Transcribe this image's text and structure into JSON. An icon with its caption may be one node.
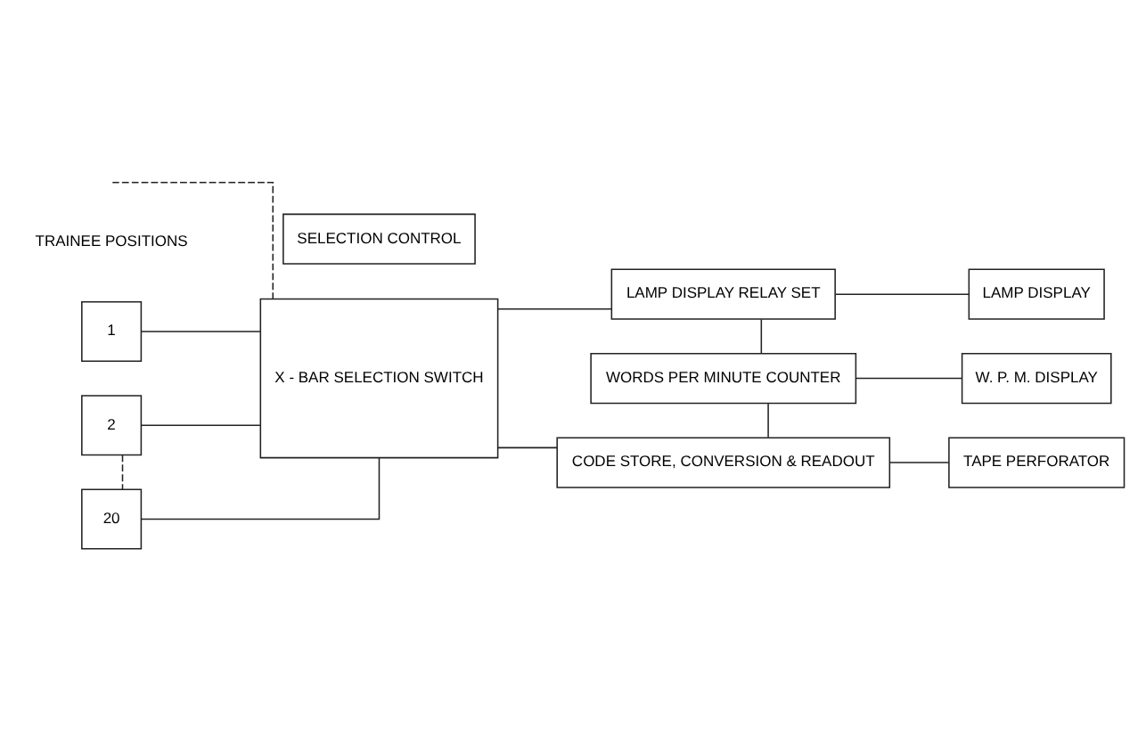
{
  "diagram": {
    "nodes": [
      {
        "text": [
          "1"
        ]
      },
      {
        "text": [
          "2"
        ]
      },
      {
        "text": [
          "20"
        ]
      },
      {
        "text": [
          "SELECTION CONTROL"
        ]
      },
      {
        "text": [
          "X - BAR SELECTION SWITCH"
        ]
      },
      {
        "text": [
          "LAMP DISPLAY RELAY SET"
        ]
      },
      {
        "text": [
          "WORDS PER MINUTE COUNTER"
        ]
      },
      {
        "text": [
          "CODE STORE, CONVERSION & READOUT"
        ]
      },
      {
        "text": [
          "LAMP DISPLAY"
        ]
      },
      {
        "text": [
          "W. P. M. DISPLAY"
        ]
      },
      {
        "text": [
          "TAPE PERFORATOR"
        ]
      }
    ],
    "edges": [
      {
        "from": 0,
        "to": 4,
        "arrow": "none"
      },
      {
        "from": 1,
        "to": 4,
        "arrow": "none"
      },
      {
        "from": null,
        "to": 4,
        "arrow": "none",
        "style": "dashed"
      },
      {
        "from": 2,
        "to": 4,
        "arrow": "none"
      },
      {
        "from": 1,
        "to": 2,
        "arrow": "none",
        "style": "dashed"
      },
      {
        "from": 4,
        "to": 5,
        "arrow": "none"
      },
      {
        "from": 4,
        "to": 7,
        "arrow": "none"
      },
      {
        "from": 5,
        "to": 6,
        "arrow": "none"
      },
      {
        "from": 6,
        "to": 7,
        "arrow": "none"
      },
      {
        "from": 5,
        "to": 8,
        "arrow": "none"
      },
      {
        "from": 6,
        "to": 9,
        "arrow": "none"
      },
      {
        "from": 7,
        "to": 10,
        "arrow": "none"
      }
    ],
    "labels": [
      "TRAINEE POSITIONS"
    ]
  }
}
